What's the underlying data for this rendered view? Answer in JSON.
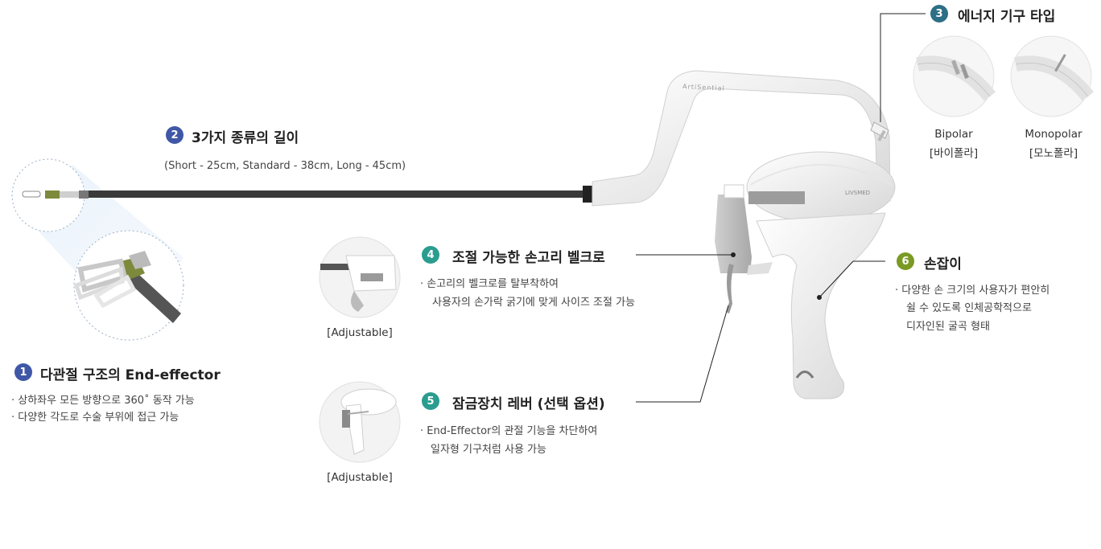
{
  "colors": {
    "badge_blue": "#3f57a6",
    "badge_teal": "#2a9d8f",
    "badge_green": "#7a9a24",
    "badge_steel": "#2c6f86",
    "shaft": "#3a3a3a",
    "body_white": "#f4f4f4"
  },
  "sections": {
    "s1": {
      "num": "1",
      "title": "다관절 구조의 End-effector",
      "lines": [
        "· 상하좌우 모든 방향으로 360˚ 동작 가능",
        "· 다양한 각도로 수술 부위에 접근 가능"
      ]
    },
    "s2": {
      "num": "2",
      "title": "3가지 종류의 길이",
      "subtitle": "(Short - 25cm, Standard - 38cm, Long - 45cm)"
    },
    "s3": {
      "num": "3",
      "title": "에너지 기구 타입",
      "opt1_name": "Bipolar",
      "opt1_kr": "[바이폴라]",
      "opt2_name": "Monopolar",
      "opt2_kr": "[모노폴라]"
    },
    "s4": {
      "num": "4",
      "title": "조절 가능한 손고리 벨크로",
      "lines": [
        "· 손고리의 벨크로를 탈부착하여",
        "사용자의 손가락 굵기에 맞게 사이즈 조절 가능"
      ],
      "caption": "[Adjustable]"
    },
    "s5": {
      "num": "5",
      "title": "잠금장치 레버 (선택 옵션)",
      "lines": [
        "· End-Effector의 관절 기능을 차단하여",
        "일자형 기구처럼 사용 가능"
      ],
      "caption": "[Adjustable]"
    },
    "s6": {
      "num": "6",
      "title": "손잡이",
      "lines": [
        "· 다양한 손 크기의 사용자가 편안히",
        "쉴 수 있도록 인체공학적으로",
        "디자인된 굴곡 형태"
      ]
    }
  },
  "device": {
    "brand": "ArtiSential",
    "maker": "LIVSMED"
  }
}
